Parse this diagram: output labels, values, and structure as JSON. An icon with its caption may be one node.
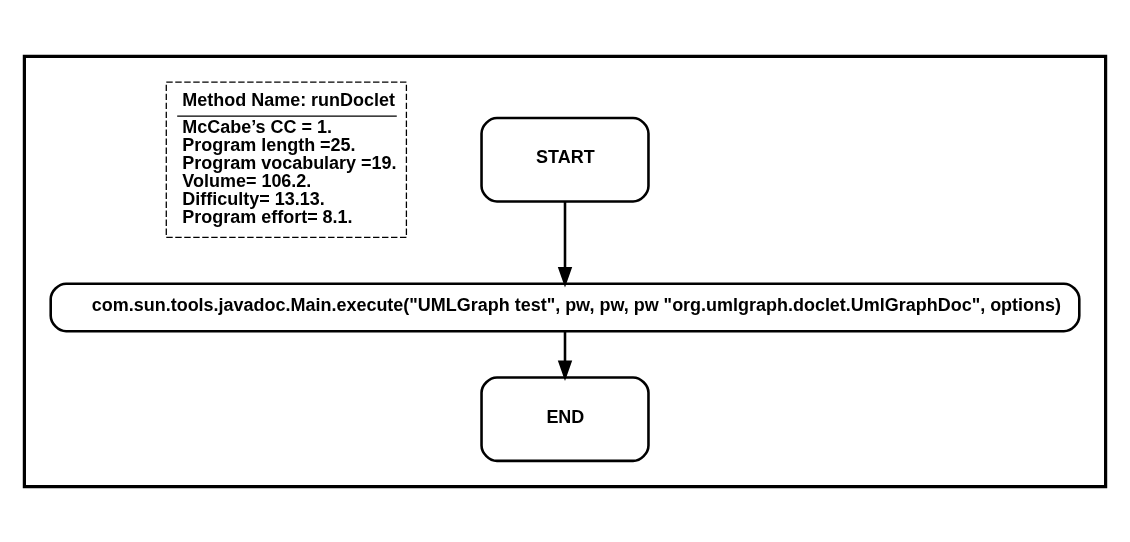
{
  "diagram": {
    "nodes": [
      {
        "text": [],
        "shape": "box"
      },
      {
        "text": [
          "Method Name: runDoclet",
          "McCabe’s CC = 1.",
          "Program length =25.",
          "Program vocabulary =19.",
          "Volume= 106.2.",
          "Difficulty= 13.13.",
          "Program effort= 8.1."
        ],
        "in": 0
      },
      {
        "text": [
          "START"
        ],
        "in": 0
      },
      {
        "text": [
          "com.sun.tools.javadoc.Main.execute(\"UMLGraph test\", pw, pw, pw \"org.umlgraph.doclet.UmlGraphDoc\", options)"
        ],
        "in": 0
      },
      {
        "text": [
          "END"
        ],
        "in": 0
      }
    ],
    "edges": [
      {
        "from": 2,
        "to": 3,
        "arrow": "to"
      },
      {
        "from": 3,
        "to": 4,
        "arrow": "to"
      }
    ]
  }
}
